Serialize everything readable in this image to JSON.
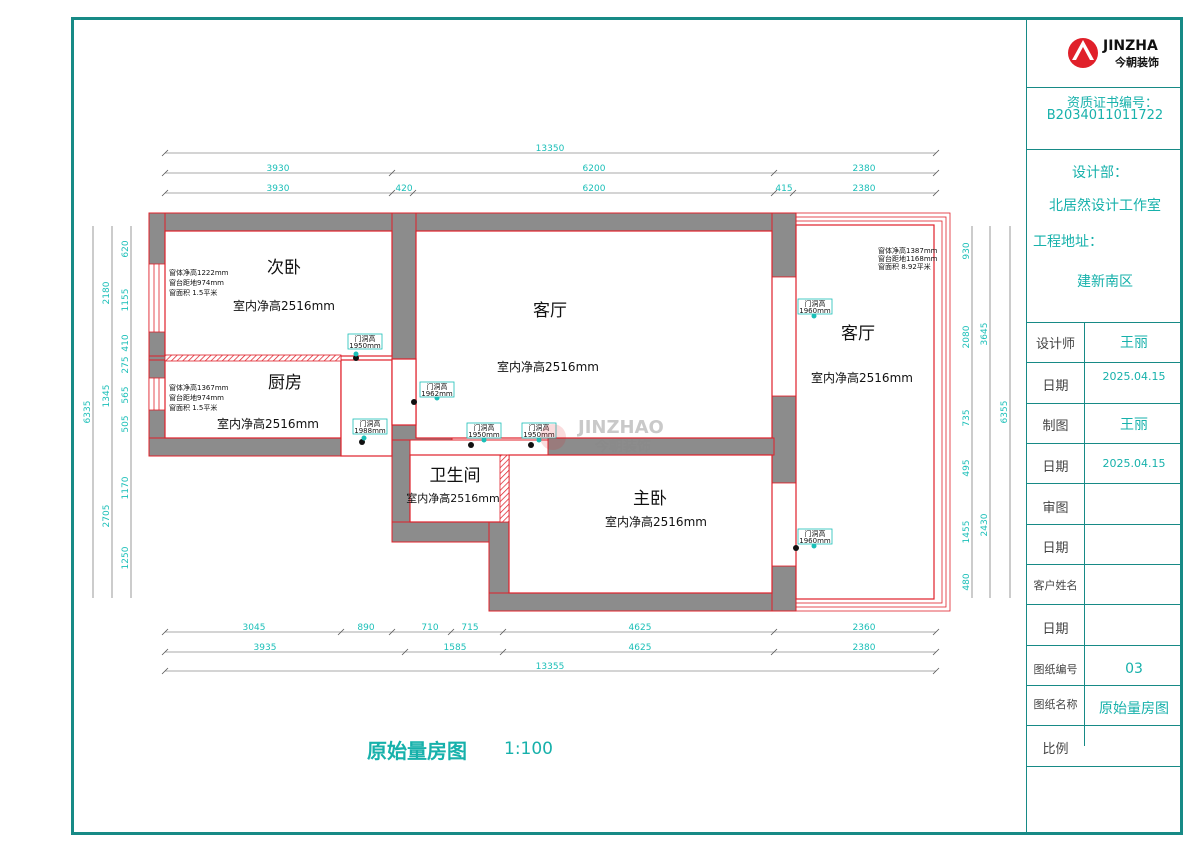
{
  "colors": {
    "frame": "#178a86",
    "text_teal": "#17b1ab",
    "wall": "#8c8c8c",
    "outline": "#e0202a"
  },
  "logo": {
    "name_en": "JINZHA",
    "name_cn": "今朝装饰",
    "icon": "jinzhao-logo-icon"
  },
  "title_block": {
    "cert_label": "资质证书编号：",
    "cert_no": "B2034011011722",
    "dept_label": "设计部：",
    "dept_value": "北居然设计工作室",
    "addr_label": "工程地址：",
    "addr_value": "建新南区",
    "rows": [
      {
        "label": "设计师",
        "value": "王丽"
      },
      {
        "label": "日期",
        "value": "2025.04.15"
      },
      {
        "label": "制图",
        "value": "王丽"
      },
      {
        "label": "日期",
        "value": "2025.04.15"
      },
      {
        "label": "审图",
        "value": ""
      },
      {
        "label": "日期",
        "value": ""
      },
      {
        "label": "客户姓名",
        "value": ""
      },
      {
        "label": "日期",
        "value": ""
      },
      {
        "label": "图纸编号",
        "value": "03"
      },
      {
        "label": "图纸名称",
        "value": "原始量房图"
      },
      {
        "label": "比例",
        "value": ""
      }
    ]
  },
  "plan": {
    "title": "原始量房图",
    "scale": "1:100",
    "watermark_en": "JINZHAO",
    "watermark_cn": "今朝装饰",
    "rooms": {
      "bedroom2": {
        "name": "次卧",
        "height": "室内净高2516mm",
        "notes": [
          "窗体净高1222mm",
          "窗台距地974mm",
          "窗面积 1.5平米"
        ]
      },
      "kitchen": {
        "name": "厨房",
        "height": "室内净高2516mm",
        "notes": [
          "窗体净高1367mm",
          "窗台距地974mm",
          "窗面积 1.5平米"
        ]
      },
      "living": {
        "name": "客厅",
        "height": "室内净高2516mm"
      },
      "living_east": {
        "name": "客厅",
        "height": "室内净高2516mm",
        "notes": [
          "窗体净高1387mm",
          "窗台距地1168mm",
          "窗面积 8.92平米"
        ]
      },
      "bathroom": {
        "name": "卫生间",
        "height": "室内净高2516mm"
      },
      "master": {
        "name": "主卧",
        "height": "室内净高2516mm"
      }
    },
    "door_tags": [
      {
        "label": "门洞高",
        "value": "1950mm"
      },
      {
        "label": "门洞高",
        "value": "1988mm"
      },
      {
        "label": "门洞高",
        "value": "1962mm"
      },
      {
        "label": "门洞高",
        "value": "1950mm"
      },
      {
        "label": "门洞高",
        "value": "1950mm"
      },
      {
        "label": "门洞高",
        "value": "1960mm"
      },
      {
        "label": "门洞高",
        "value": "1960mm"
      }
    ],
    "dims": {
      "top_total": "13350",
      "top_row1": [
        "3930",
        "6200",
        "2380"
      ],
      "top_row2": [
        "3930",
        "420",
        "6200",
        "415",
        "2380"
      ],
      "bottom_row1": [
        "3045",
        "890",
        "710",
        "715",
        "4625",
        "2360"
      ],
      "bottom_row2": [
        "3935",
        "1585",
        "4625",
        "2380"
      ],
      "bottom_total": "13355",
      "left_outer": [
        "6335"
      ],
      "left_mid": [
        "2180",
        "1345",
        "2705"
      ],
      "left_inner": [
        "620",
        "1155",
        "410",
        "275",
        "565",
        "505",
        "1170",
        "1250"
      ],
      "right_inner": [
        "930",
        "2080",
        "735",
        "495",
        "1455",
        "480"
      ],
      "right_mid": [
        "3645",
        "2430"
      ],
      "right_outer": [
        "6355"
      ]
    }
  }
}
